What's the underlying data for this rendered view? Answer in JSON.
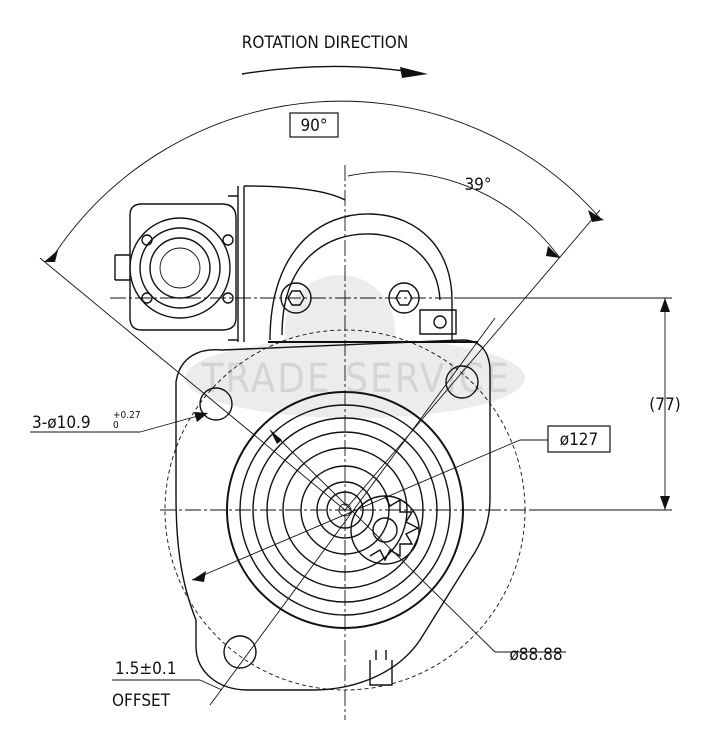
{
  "rotation": {
    "label": "ROTATION DIRECTION"
  },
  "dimensions": {
    "angle_total": "90°",
    "angle_partial": "39°",
    "height": "(77)",
    "bolt_holes": "3-ø10.9",
    "bolt_tol_upper": "+0.27",
    "bolt_tol_lower": "0",
    "flange_dia": "ø127",
    "pilot_dia": "ø88.88",
    "offset_value": "1.5±0.1",
    "offset_label": "OFFSET"
  },
  "watermark": {
    "text": "TRADE SERVICE",
    "color": "#d9d9d9"
  }
}
